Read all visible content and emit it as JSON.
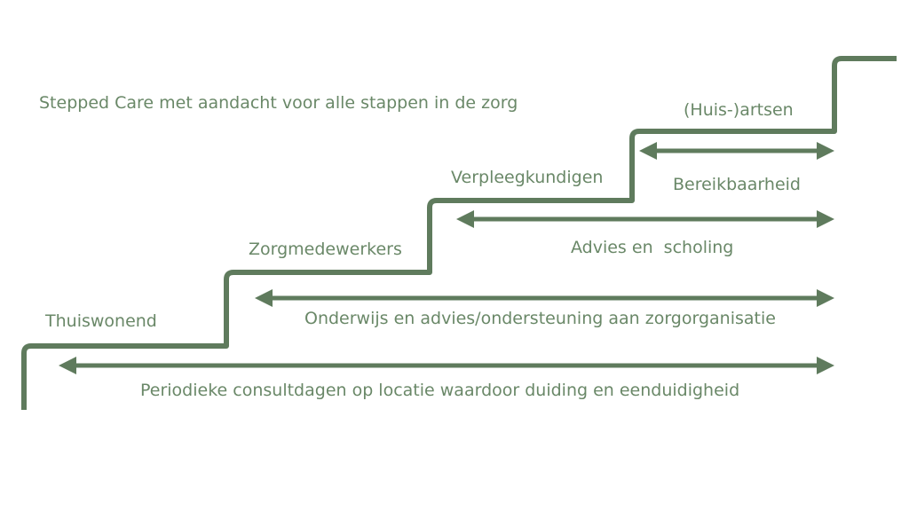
{
  "title": "Stepped Care met aandacht voor alle stappen in de zorg",
  "steps": [
    "Thuiswonend",
    "Zorgmedewerkers",
    "Verpleegkundigen",
    "(Huis-)artsen"
  ],
  "arrows": [
    "Periodieke consultdagen op locatie waardoor duiding en eenduidigheid",
    "Onderwijs en advies/ondersteuning aan zorgorganisatie",
    "Advies en  scholing",
    "Bereikbaarheid"
  ],
  "colors": {
    "line": "#5f7b5d",
    "text": "#6a8868",
    "background": "#ffffff"
  }
}
